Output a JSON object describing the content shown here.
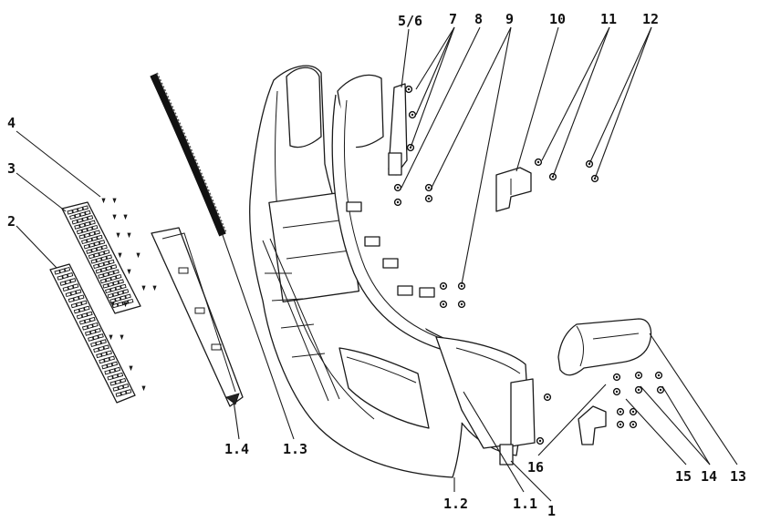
{
  "diagram": {
    "callouts": [
      {
        "id": "5_6",
        "text": "5/6"
      },
      {
        "id": "7",
        "text": "7"
      },
      {
        "id": "8",
        "text": "8"
      },
      {
        "id": "9",
        "text": "9"
      },
      {
        "id": "10",
        "text": "10"
      },
      {
        "id": "11",
        "text": "11"
      },
      {
        "id": "12",
        "text": "12"
      },
      {
        "id": "4",
        "text": "4"
      },
      {
        "id": "3",
        "text": "3"
      },
      {
        "id": "2",
        "text": "2"
      },
      {
        "id": "1_4",
        "text": "1.4"
      },
      {
        "id": "1_3",
        "text": "1.3"
      },
      {
        "id": "1_2",
        "text": "1.2"
      },
      {
        "id": "1_1",
        "text": "1.1"
      },
      {
        "id": "1",
        "text": "1"
      },
      {
        "id": "16",
        "text": "16"
      },
      {
        "id": "15",
        "text": "15"
      },
      {
        "id": "14",
        "text": "14"
      },
      {
        "id": "13",
        "text": "13"
      }
    ]
  },
  "colors": {
    "line": "#1a1a1a",
    "background": "#ffffff"
  }
}
